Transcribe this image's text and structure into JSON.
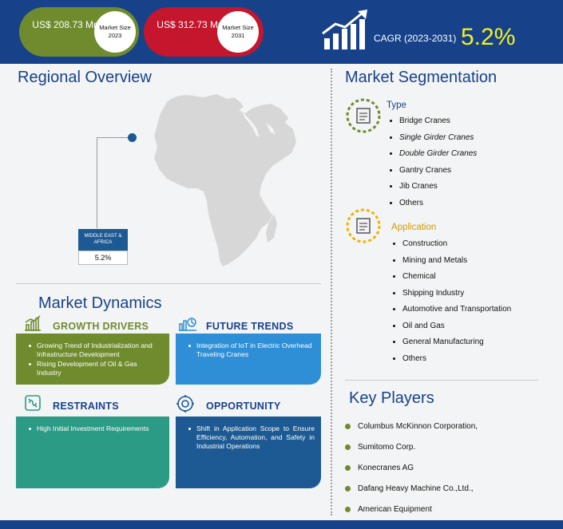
{
  "header": {
    "market_2023": {
      "value": "US$ 208.73 Mn",
      "circle_label": "Market Size 2023"
    },
    "market_2031": {
      "value": "US$ 312.73 Mn",
      "circle_label": "Market Size 2031"
    },
    "cagr_label": "CAGR (2023-2031)",
    "cagr_value": "5.2%"
  },
  "regional": {
    "title": "Regional Overview",
    "region_label": "MIDDLE EAST & AFRICA",
    "region_value": "5.2%"
  },
  "segmentation": {
    "title": "Market Segmentation",
    "type_heading": "Type",
    "type_items": [
      "Bridge Cranes",
      "Single Girder Cranes",
      "Double Girder Cranes",
      "Gantry Cranes",
      "Jib Cranes",
      "Others"
    ],
    "application_heading": "Application",
    "application_items": [
      "Construction",
      "Mining and Metals",
      "Chemical",
      "Shipping Industry",
      "Automotive and Transportation",
      "Oil and Gas",
      "General Manufacturing",
      "Others"
    ]
  },
  "dynamics": {
    "title": "Market Dynamics",
    "growth_drivers": {
      "title": "GROWTH DRIVERS",
      "items": [
        "Growing Trend of Industrialization and Infrastructure Development",
        "Rising Development of Oil & Gas Industry"
      ]
    },
    "future_trends": {
      "title": "FUTURE TRENDS",
      "items": [
        "Integration of IoT in Electric Overhead Traveling Cranes"
      ]
    },
    "restraints": {
      "title": "RESTRAINTS",
      "items": [
        "High Initial Investment Requirements"
      ]
    },
    "opportunity": {
      "title": "OPPORTUNITY",
      "items": [
        "Shift in Application Scope to Ensure Efficiency, Automation, and Safety in Industrial Operations"
      ]
    }
  },
  "key_players": {
    "title": "Key Players",
    "items": [
      "Columbus McKinnon Corporation,",
      "Sumitomo Corp.",
      "Konecranes AG",
      "Dafang Heavy Machine Co.,Ltd.,",
      "American Equipment"
    ]
  },
  "colors": {
    "navy": "#17428a",
    "olive": "#6f8b2e",
    "crimson": "#c4162d",
    "teal": "#2b9b86",
    "blue": "#2e8fd6",
    "dark_blue": "#1d5a93",
    "yellow": "#f3f11f"
  }
}
